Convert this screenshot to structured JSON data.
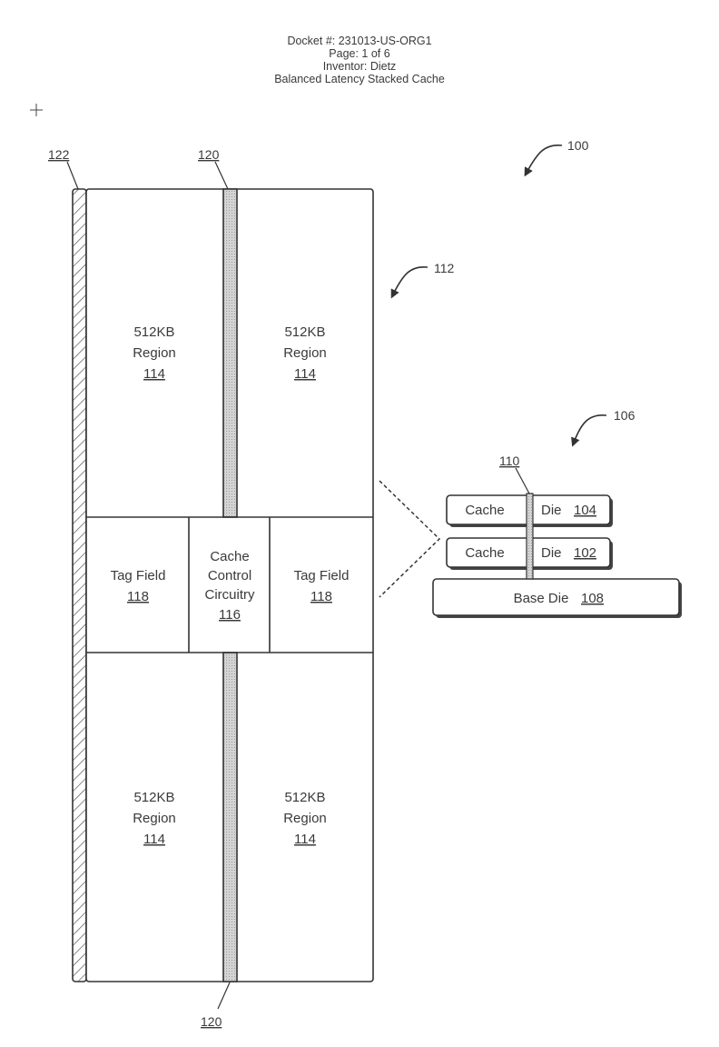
{
  "header": {
    "docket": "Docket #: 231013-US-ORG1",
    "page": "Page: 1 of 6",
    "inventor": "Inventor: Dietz",
    "title": "Balanced Latency Stacked Cache"
  },
  "figure": {
    "ref_overall": "100",
    "ref_die_layout": "112",
    "ref_stack": "106",
    "ref_hatched_strip": "122",
    "ref_tsv_top": "120",
    "ref_tsv_bottom": "120",
    "regions": [
      {
        "line1": "512KB",
        "line2": "Region",
        "ref": "114"
      },
      {
        "line1": "512KB",
        "line2": "Region",
        "ref": "114"
      },
      {
        "line1": "512KB",
        "line2": "Region",
        "ref": "114"
      },
      {
        "line1": "512KB",
        "line2": "Region",
        "ref": "114"
      }
    ],
    "tag_fields": [
      {
        "label": "Tag Field",
        "ref": "118"
      },
      {
        "label": "Tag Field",
        "ref": "118"
      }
    ],
    "control": {
      "line1": "Cache",
      "line2": "Control",
      "line3": "Circuitry",
      "ref": "116"
    },
    "stack": {
      "tsv_ref": "110",
      "dies": [
        {
          "left": "Cache",
          "right": "Die",
          "ref": "104"
        },
        {
          "left": "Cache",
          "right": "Die",
          "ref": "102"
        }
      ],
      "base": {
        "label": "Base Die",
        "ref": "108"
      }
    }
  }
}
